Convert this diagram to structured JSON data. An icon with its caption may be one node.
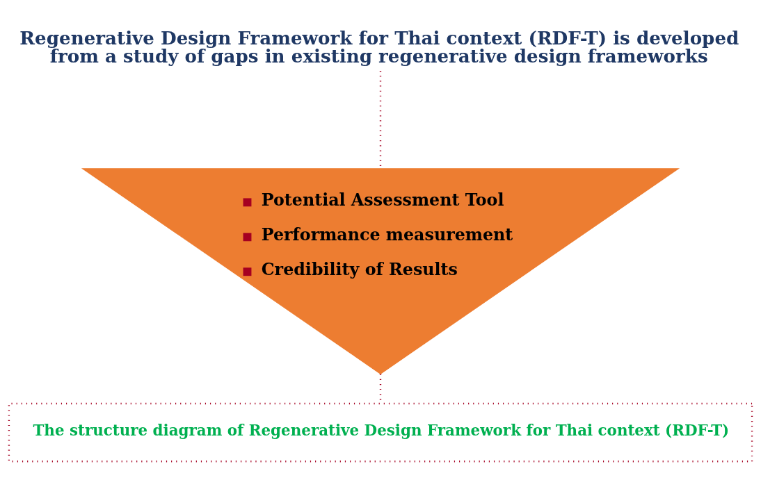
{
  "diagram": {
    "nodes": [
      {
        "text": [
          "Regenerative Design Framework for Thai context (RDF-T) is developed from a study of gaps in existing regenerative design frameworks"
        ]
      },
      {
        "text": [
          "Potential Assessment Tool",
          "Performance measurement",
          "Credibility of Results"
        ]
      },
      {
        "text": [
          "The structure diagram of Regenerative Design Framework for Thai context (RDF-T)"
        ]
      }
    ],
    "edges": [
      {
        "from": 0,
        "to": 1,
        "arrow": "none",
        "style": "dashed",
        "color": "#a50021"
      },
      {
        "from": 1,
        "to": 2,
        "arrow": "none",
        "style": "dashed",
        "color": "#a50021"
      }
    ]
  }
}
